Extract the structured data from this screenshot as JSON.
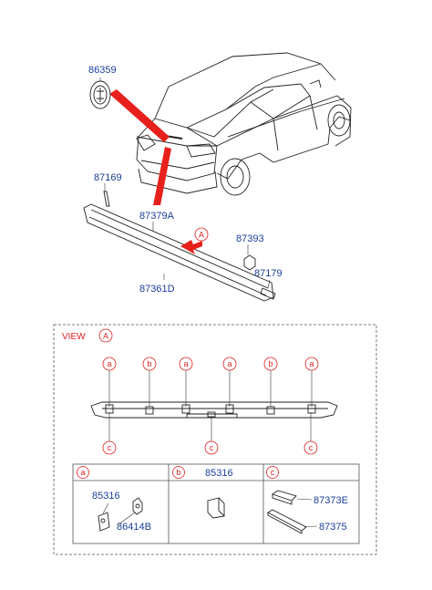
{
  "parts": {
    "emblem": "86359",
    "clip_left": "87169",
    "garnish_upper": "87379A",
    "callout_a": "A",
    "cap_right": "87393",
    "clip_right": "87179",
    "garnish_assy": "87361D"
  },
  "view": {
    "label": "VIEW",
    "ref": "A"
  },
  "clip_markers": {
    "a": "a",
    "b": "b",
    "c": "c"
  },
  "legend": {
    "col_a_letter": "a",
    "col_b_letter": "b",
    "col_b_part": "85316",
    "col_c_letter": "c",
    "a_part1": "85316",
    "a_part2": "86414B",
    "c_part1": "87373E",
    "c_part2": "87375"
  },
  "colors": {
    "part_number": "#1a3d99",
    "callout_red": "#dd2222",
    "pointer_red": "#e8201c"
  }
}
